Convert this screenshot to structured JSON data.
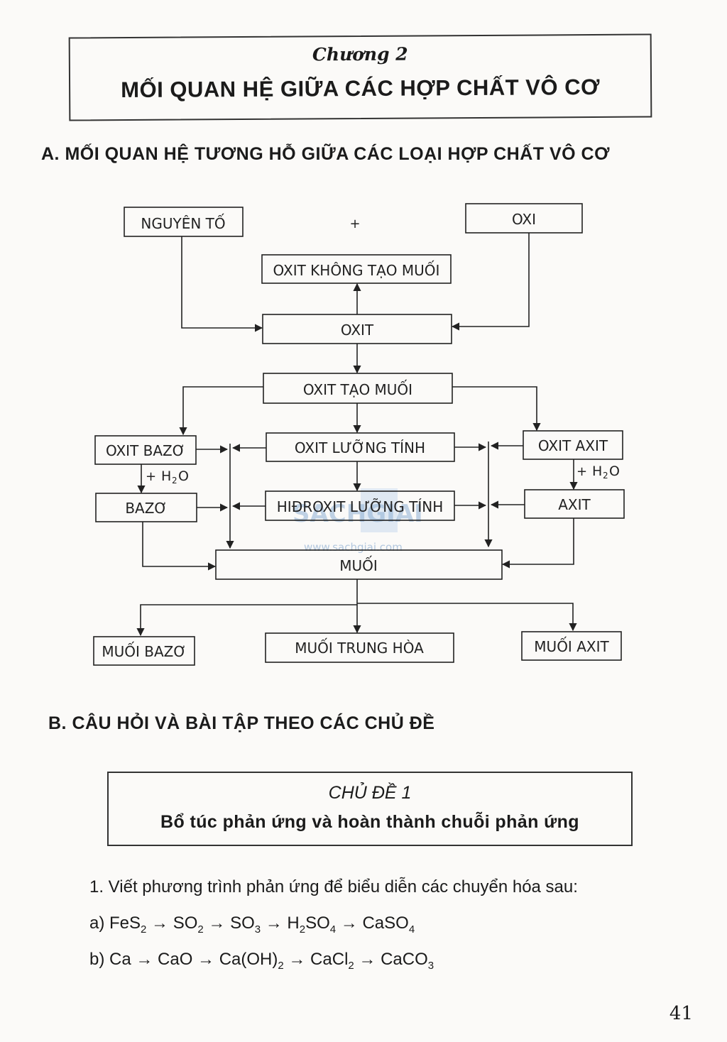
{
  "chapter": {
    "label": "Chương 2",
    "title": "MỐI QUAN HỆ GIỮA CÁC HỢP CHẤT VÔ CƠ"
  },
  "section_a": {
    "heading": "A. MỐI QUAN HỆ TƯƠNG HỖ GIỮA CÁC LOẠI HỢP CHẤT VÔ CƠ"
  },
  "diagram": {
    "nodes": {
      "nguyen_to": "NGUYÊN TỐ",
      "plus": "+",
      "oxi": "OXI",
      "oxit_khong_tao_muoi": "OXIT KHÔNG TẠO MUỐI",
      "oxit": "OXIT",
      "oxit_tao_muoi": "OXIT TẠO MUỐI",
      "oxit_bazo": "OXIT BAZƠ",
      "oxit_luong_tinh": "OXIT LƯỠNG TÍNH",
      "oxit_axit": "OXIT AXIT",
      "bazo": "BAZƠ",
      "hidroxit_luong_tinh": "HIĐROXIT LƯỠNG TÍNH",
      "axit": "AXIT",
      "muoi": "MUỐI",
      "muoi_bazo": "MUỐI BAZƠ",
      "muoi_trung_hoa": "MUỐI TRUNG HÒA",
      "muoi_axit": "MUỐI AXIT"
    },
    "edge_labels": {
      "h2o_left_plus": "+",
      "h2o_left_h": "H",
      "h2o_left_sub": "2",
      "h2o_left_o": "O",
      "h2o_right_plus": "+",
      "h2o_right_h": "H",
      "h2o_right_sub": "2",
      "h2o_right_o": "O"
    },
    "watermark": {
      "logo": "SACHGIAI",
      "url": "www.sachgiai.com"
    }
  },
  "section_b": {
    "heading": "B. CÂU HỎI VÀ BÀI TẬP THEO CÁC CHỦ ĐỀ"
  },
  "topic": {
    "label": "CHỦ ĐỀ 1",
    "title": "Bổ túc phản ứng và hoàn thành chuỗi phản ứng"
  },
  "exercise": {
    "question": "1. Viết phương trình phản ứng để biểu diễn các chuyển hóa sau:",
    "chain_a": [
      {
        "t": "a) FeS"
      },
      {
        "s": "2"
      },
      {
        "t": " → SO"
      },
      {
        "s": "2"
      },
      {
        "t": " → SO"
      },
      {
        "s": "3"
      },
      {
        "t": " → H"
      },
      {
        "s": "2"
      },
      {
        "t": "SO"
      },
      {
        "s": "4"
      },
      {
        "t": " → CaSO"
      },
      {
        "s": "4"
      }
    ],
    "chain_b": [
      {
        "t": "b) Ca → CaO → Ca(OH)"
      },
      {
        "s": "2"
      },
      {
        "t": " → CaCl"
      },
      {
        "s": "2"
      },
      {
        "t": " → CaCO"
      },
      {
        "s": "3"
      }
    ]
  },
  "page_number": "41"
}
